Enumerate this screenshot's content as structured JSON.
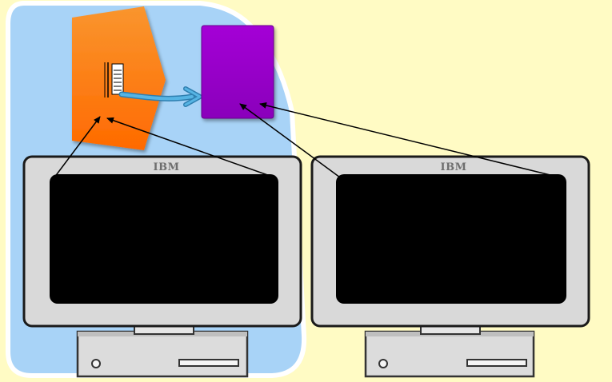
{
  "monitors": [
    {
      "brand": "IBM"
    },
    {
      "brand": "IBM"
    }
  ],
  "colors": {
    "background": "#fffbc4",
    "region_fill": "#a8d3f7",
    "region_outline": "#ffffff",
    "queue_manager": "#f7821f",
    "queue_manager_dark": "#e25d00",
    "target_box": "#9900cc",
    "connector_arrow": "#3d96c8",
    "monitor_bezel": "#d9d9d9",
    "monitor_screen": "#000000",
    "link_lines": "#000000"
  },
  "icons": {
    "queue": "message-queue-icon",
    "process": "queue-manager-shape",
    "target": "purple-box-shape"
  }
}
